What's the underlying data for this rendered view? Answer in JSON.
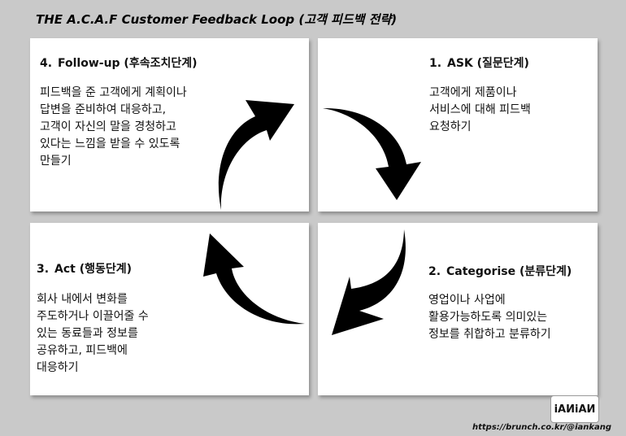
{
  "title": "THE A.C.A.F Customer Feedback Loop (고객 피드백 전략)",
  "steps": [
    {
      "number": "1.",
      "heading": "ASK (질문단계)",
      "description": "고객에게 제품이나\n서비스에 대해 피드백\n요청하기"
    },
    {
      "number": "2.",
      "heading": "Categorise (분류단계)",
      "description": "영업이나 사업에\n활용가능하도록 의미있는\n정보를 취합하고 분류하기"
    },
    {
      "number": "3.",
      "heading": "Act (행동단계)",
      "description": "회사 내에서 변화를\n주도하거나 이끌어줄 수\n있는 동료들과 정보를\n공유하고, 피드백에\n대응하기"
    },
    {
      "number": "4.",
      "heading": "Follow-up (후속조치단계)",
      "description": "피드백을 준 고객에게 계획이나\n답변을 준비하여 대응하고,\n고객이 자신의 말을 경청하고\n있다는 느낌을 받을 수 있도록\n만들기"
    }
  ],
  "logo_text": "iAИiAИ",
  "source_url": "https://brunch.co.kr/@iankang",
  "colors": {
    "background": "#c9c9c9",
    "card": "#ffffff",
    "arrow": "#000000"
  }
}
